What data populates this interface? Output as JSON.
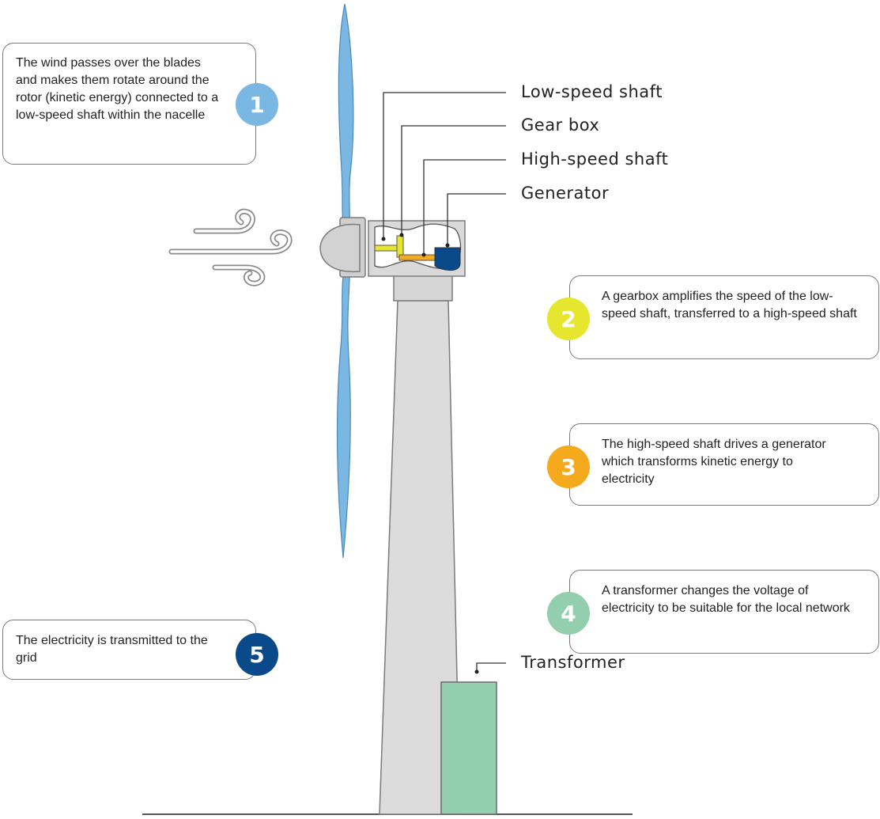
{
  "steps": [
    {
      "number": "1",
      "color": "#7ab8e3",
      "text": "The wind passes over the blades and makes them rotate around the rotor (kinetic energy) connected to a low-speed shaft within the nacelle"
    },
    {
      "number": "2",
      "color": "#e6e62e",
      "text": "A gearbox amplifies the speed of the low-speed shaft, transferred to a high-speed shaft"
    },
    {
      "number": "3",
      "color": "#f5a91c",
      "text": "The high-speed shaft drives a generator which transforms kinetic energy to electricity"
    },
    {
      "number": "4",
      "color": "#93cfae",
      "text": "A transformer changes the voltage of electricity to be suitable for the local network"
    },
    {
      "number": "5",
      "color": "#0a4a8a",
      "text": "The electricity is transmitted to the grid"
    }
  ],
  "labels": {
    "low_speed_shaft": "Low-speed shaft",
    "gear_box": "Gear box",
    "high_speed_shaft": "High-speed shaft",
    "generator": "Generator",
    "transformer": "Transformer"
  },
  "colors": {
    "blade": "#7ab8e3",
    "tower": "#dcdcdc",
    "outline": "#7a7a7a",
    "low_speed_shaft": "#e6e62e",
    "high_speed_shaft": "#f5a91c",
    "generator": "#0a4a8a",
    "transformer": "#93cfae"
  }
}
